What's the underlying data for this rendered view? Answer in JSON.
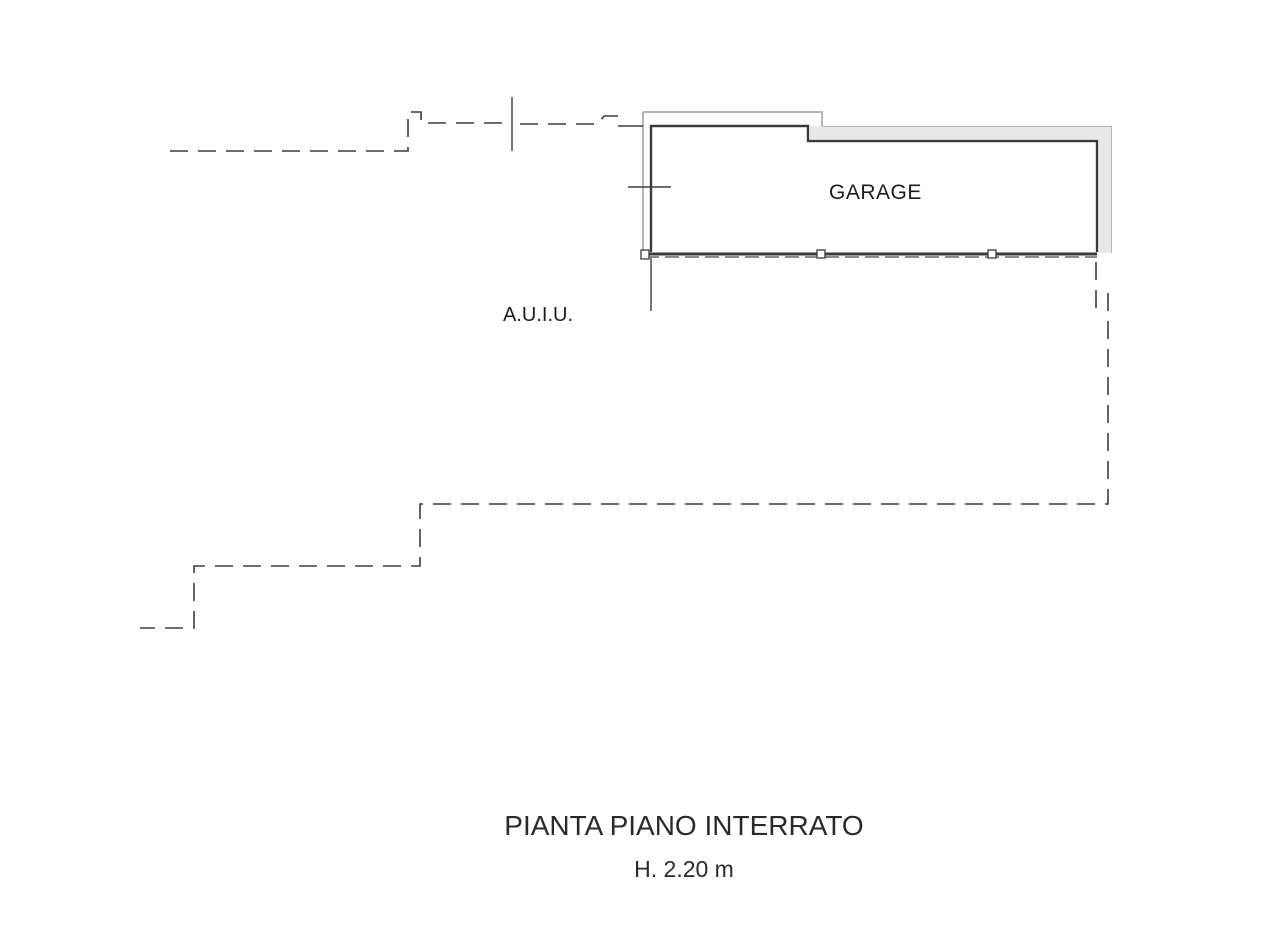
{
  "plan": {
    "rooms": {
      "garage": "GARAGE",
      "auiu": "A.U.I.U."
    },
    "title": "PIANTA PIANO INTERRATO",
    "height_note": "H. 2.20 m"
  },
  "colors": {
    "line": "#3a3a3a",
    "wall_fill": "#b5b5b5",
    "text": "#1d1d1d",
    "background": "#ffffff"
  }
}
